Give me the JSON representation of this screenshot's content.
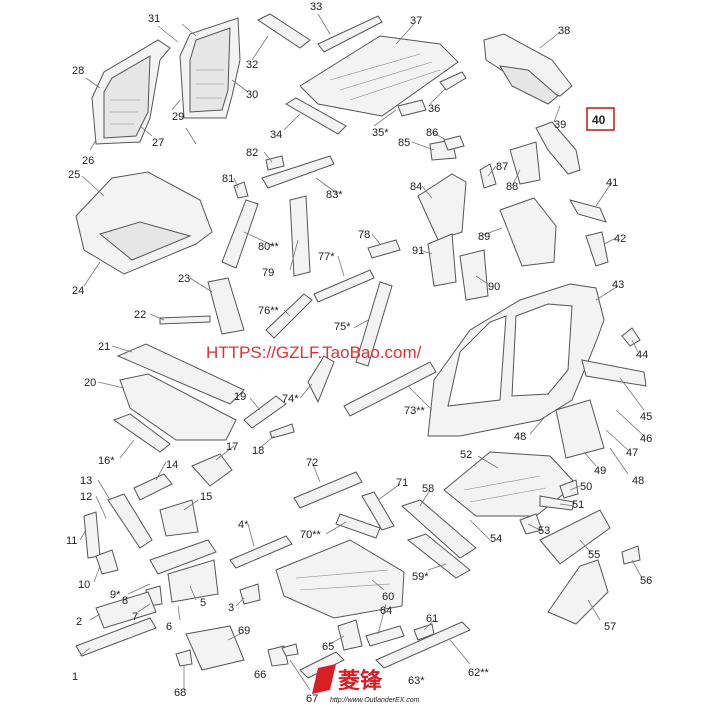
{
  "labels": {
    "p1": "1",
    "p2": "2",
    "p3": "3",
    "p4": "4*",
    "p5": "5",
    "p6": "6",
    "p7": "7",
    "p8": "8",
    "p9": "9*",
    "p10": "10",
    "p11": "11",
    "p12": "12",
    "p13": "13",
    "p14": "14",
    "p15": "15",
    "p16": "16*",
    "p17": "17",
    "p18": "18",
    "p19": "19",
    "p20": "20",
    "p21": "21",
    "p22": "22",
    "p23": "23",
    "p24": "24",
    "p25": "25",
    "p26": "26",
    "p27": "27",
    "p28": "28",
    "p29": "29",
    "p30": "30",
    "p31": "31",
    "p32": "32",
    "p33": "33",
    "p34": "34",
    "p35": "35*",
    "p36": "36",
    "p37": "37",
    "p38": "38",
    "p39": "39",
    "p40": "40",
    "p41": "41",
    "p42": "42",
    "p43": "43",
    "p44": "44",
    "p45": "45",
    "p46": "46",
    "p47": "47",
    "p48a": "48",
    "p48b": "48",
    "p49": "49",
    "p50": "50",
    "p51": "51",
    "p52": "52",
    "p53": "53",
    "p54": "54",
    "p55": "55",
    "p56": "56",
    "p57": "57",
    "p58": "58",
    "p59": "59*",
    "p60": "60",
    "p61": "61",
    "p62": "62**",
    "p63": "63*",
    "p64": "64",
    "p65": "65",
    "p66": "66",
    "p67": "67",
    "p68": "68",
    "p69": "69",
    "p70": "70**",
    "p71": "71",
    "p72": "72",
    "p73": "73**",
    "p74": "74*",
    "p75": "75*",
    "p76": "76**",
    "p77": "77*",
    "p78": "78",
    "p79": "79",
    "p80": "80**",
    "p81": "81",
    "p82": "82",
    "p83": "83*",
    "p84": "84",
    "p85": "85",
    "p86": "86",
    "p87": "87",
    "p88": "88",
    "p89": "89",
    "p90": "90",
    "p91": "91"
  },
  "watermark": "HTTPS://GZLF.TaoBao.com/",
  "logo": {
    "text": "菱锋",
    "url": "http://www.OutlanderEX.com"
  },
  "highlight": {
    "color": "#d02020"
  }
}
